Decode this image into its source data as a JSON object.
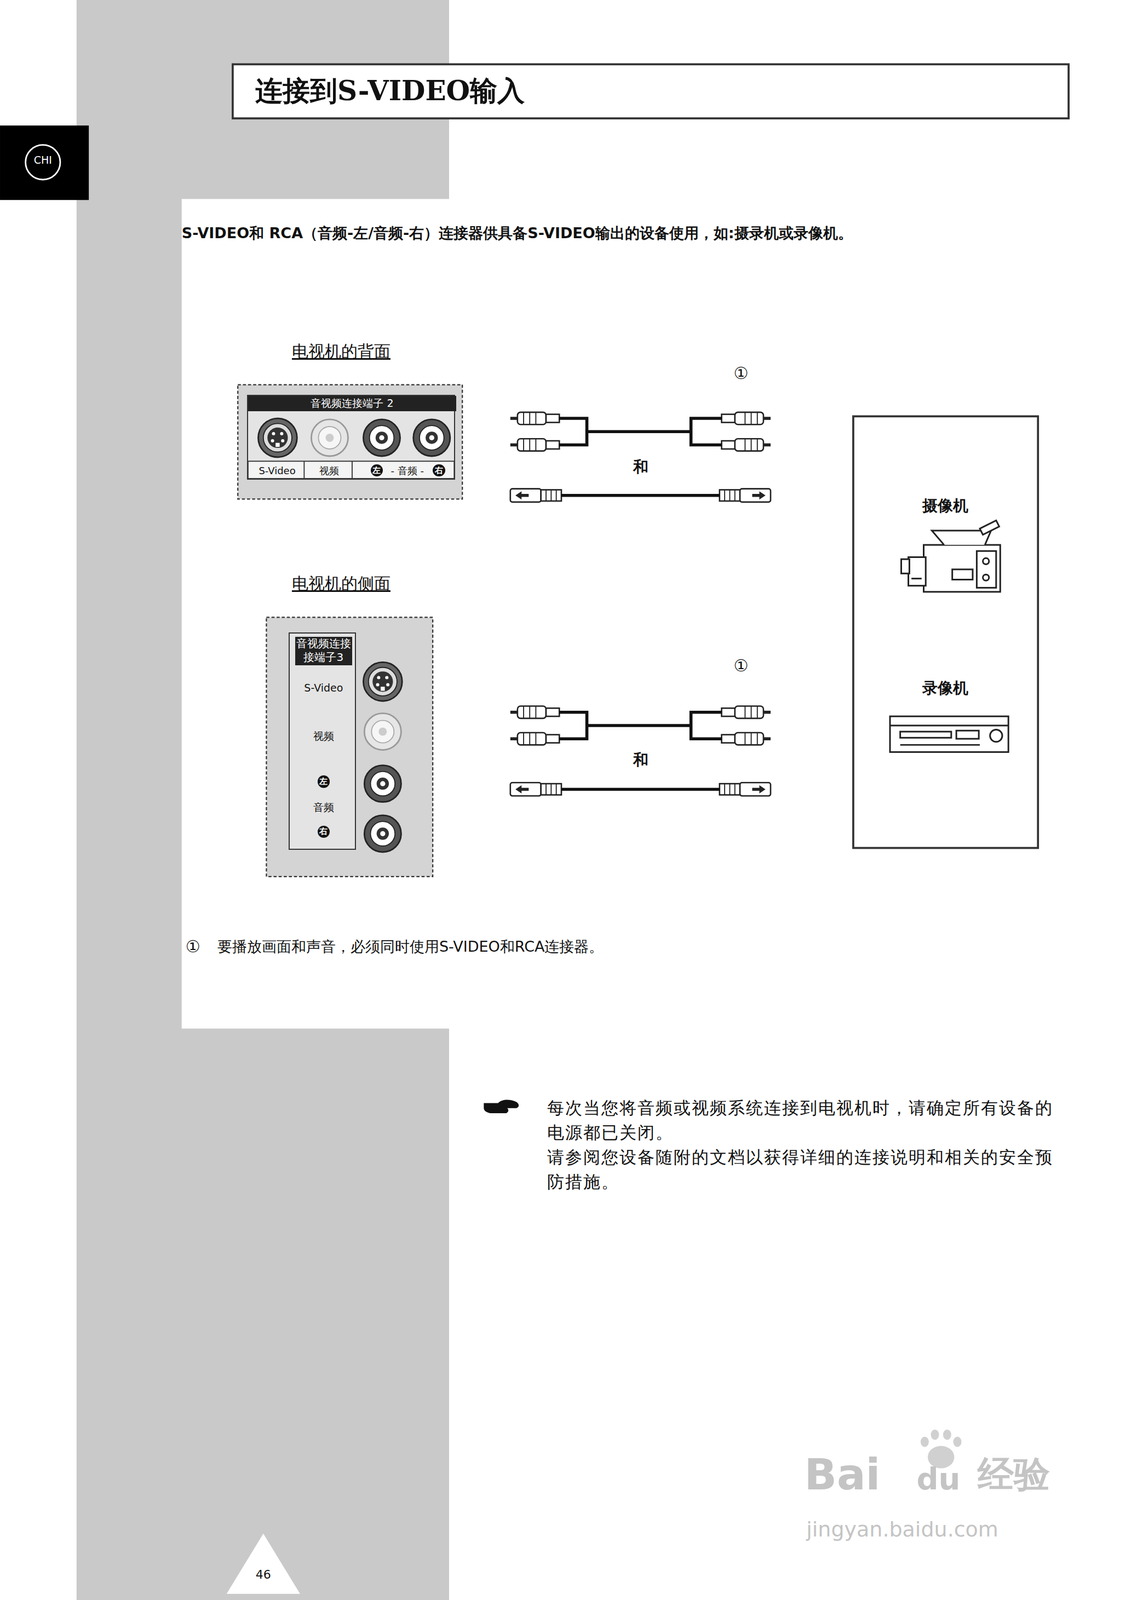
{
  "diagram": {
    "title": "连接到S-VIDEO输入",
    "nodes": [
      {
        "text": [
          "电视机的背面"
        ]
      },
      {
        "text": [
          "音视频连接端子 2",
          "S-Video",
          "视频",
          "左",
          "- 音频 -",
          "右"
        ],
        "in": 0
      },
      {
        "text": [
          "电视机的侧面"
        ]
      },
      {
        "text": [
          "音视频连接接端子3",
          "S-Video",
          "视频",
          "左",
          "音频",
          "右"
        ],
        "in": 2
      }
    ],
    "labels": [
      "CHI",
      "S-VIDEO和 RCA（音频-左/音频-右）连接器供具备S-VIDEO输出的设备使用，如:摄录机或录像机。",
      "①",
      "和",
      "摄像机",
      "①",
      "和",
      "录像机",
      "①",
      "要播放画面和声音，必须同时使用S-VIDEO和RCA连接器。",
      "每次当您将音频或视频系统连接到电视机时，请确定所有设备的电源都已关闭。",
      "请参阅您设备随附的文档以获得详细的连接说明和相关的安全预防措施。",
      "46",
      "Bai",
      "du",
      "经验",
      "jingyan.baidu.com"
    ]
  }
}
